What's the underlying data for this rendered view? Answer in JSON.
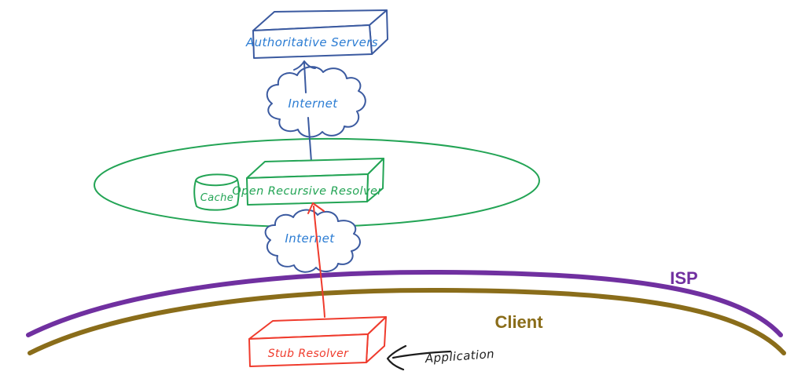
{
  "nodes": {
    "authoritative_servers": "Authoritative Servers",
    "internet_upper": "Internet",
    "cache": "Cache",
    "open_recursive_resolver": "Open Recursive Resolver",
    "internet_lower": "Internet",
    "stub_resolver": "Stub Resolver"
  },
  "labels": {
    "isp": "ISP",
    "client": "Client",
    "application": "Application"
  },
  "colors": {
    "blue_outline": "#3b5aa0",
    "blue_text": "#2b7cd3",
    "green": "#23a455",
    "red": "#ef3b2d",
    "purple": "#7030a0",
    "olive": "#8a6d1a",
    "ink": "#1c1c1c",
    "background": "#ffffff"
  }
}
